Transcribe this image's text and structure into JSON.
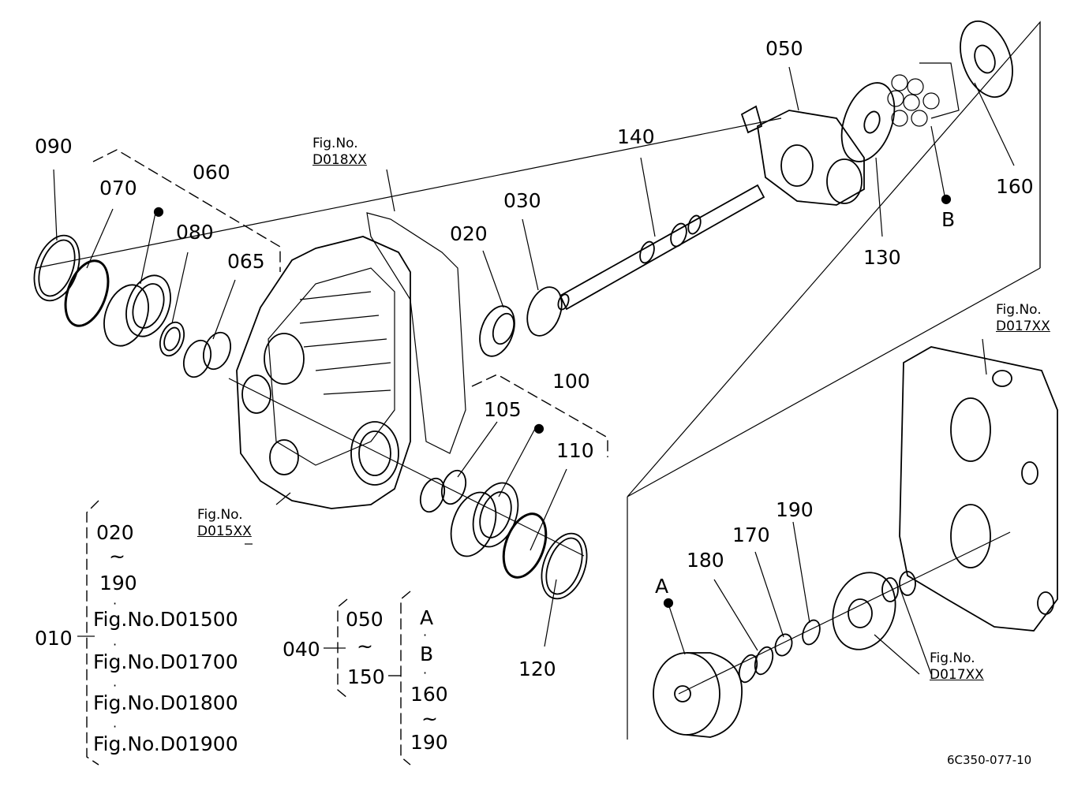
{
  "parts": {
    "p090": "090",
    "p070": "070",
    "p060": "060",
    "p080": "080",
    "p065": "065",
    "p020": "020",
    "p030": "030",
    "p140": "140",
    "p050": "050",
    "p130": "130",
    "p160": "160",
    "pB": "B",
    "p100": "100",
    "p105": "105",
    "p110": "110",
    "p120": "120",
    "pA": "A",
    "p180": "180",
    "p170": "170",
    "p190": "190"
  },
  "figure_refs": {
    "d018_label": "Fig.No.",
    "d018_code": "D018XX",
    "d015_label": "Fig.No.",
    "d015_code": "D015XX",
    "d017_top_label": "Fig.No.",
    "d017_top_code": "D017XX",
    "d017_bottom_label": "Fig.No.",
    "d017_bottom_code": "D017XX"
  },
  "legend_010": {
    "assembly": "010",
    "range_start": "020",
    "tilde": "~",
    "range_end": "190",
    "refs": [
      "Fig.No.D01500",
      "Fig.No.D01700",
      "Fig.No.D01800",
      "Fig.No.D01900"
    ]
  },
  "legend_040": {
    "assembly": "040",
    "range_start": "050",
    "tilde": "~",
    "range_end": "150",
    "items": [
      "A",
      "B",
      "160",
      "~",
      "190"
    ]
  },
  "drawing_code": "6C350-077-10"
}
